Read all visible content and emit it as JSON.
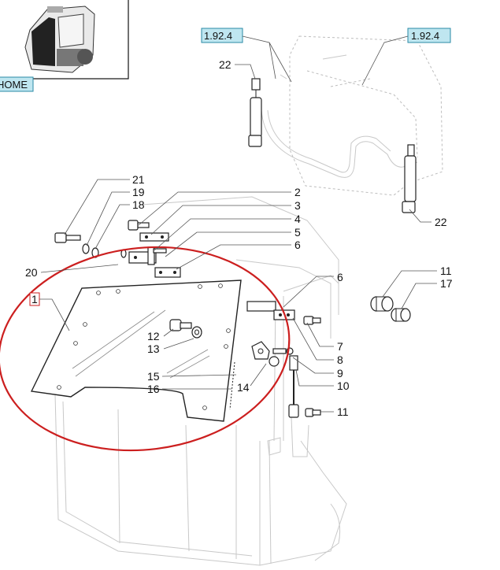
{
  "thumbnail": {
    "label": "HOME"
  },
  "references": [
    {
      "id": "ref-left",
      "text": "1.92.4"
    },
    {
      "id": "ref-right",
      "text": "1.92.4"
    }
  ],
  "callouts": {
    "c1": "1",
    "c2": "2",
    "c3": "3",
    "c4": "4",
    "c5": "5",
    "c6a": "6",
    "c6b": "6",
    "c7": "7",
    "c8": "8",
    "c9": "9",
    "c10": "10",
    "c11a": "11",
    "c11b": "11",
    "c12": "12",
    "c13": "13",
    "c14": "14",
    "c15": "15",
    "c16": "16",
    "c17": "17",
    "c18": "18",
    "c19": "19",
    "c20": "20",
    "c21": "21",
    "c22a": "22",
    "c22b": "22"
  },
  "colors": {
    "highlight_ellipse": "#cc1f1f",
    "reference_box": "#bfe6f0",
    "reference_border": "#2a8aa6"
  }
}
